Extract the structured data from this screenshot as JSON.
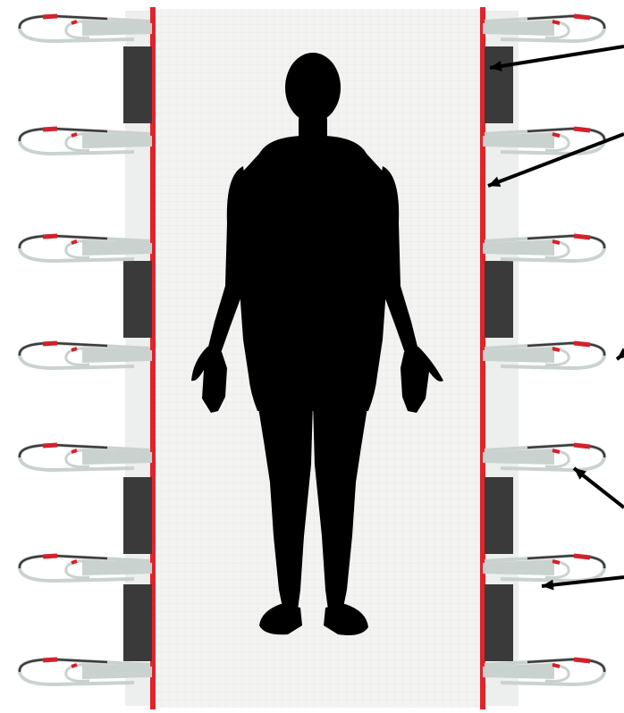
{
  "image": {
    "subject": "patient-lift-sling",
    "colors": {
      "background": "#ffffff",
      "mesh": "#f3f4f2",
      "mesh_grid": "#dcdfdc",
      "edge_stripe": "#e0242a",
      "side_panel": "#3a3a3a",
      "strap_gray": "#c9d2cf",
      "strap_dark": "#3b3b3b",
      "strap_red": "#d4212b",
      "silhouette": "#000000",
      "arrow": "#000000"
    },
    "loops_per_side": 7,
    "pointer_arrows": 5
  }
}
